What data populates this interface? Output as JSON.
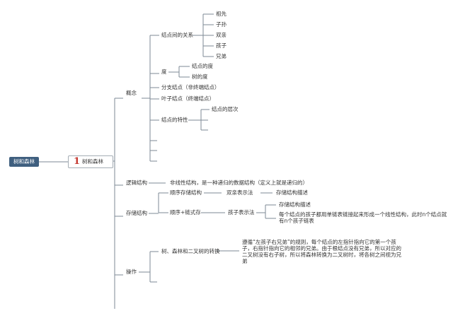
{
  "root": {
    "label": "树和森林"
  },
  "chapter": {
    "number": "1",
    "label": "树和森林"
  },
  "branches": {
    "concept": {
      "label": "概念",
      "relations": {
        "label": "结点间的关系",
        "items": [
          "祖先",
          "子孙",
          "双亲",
          "孩子",
          "兄弟"
        ]
      },
      "degree": {
        "label": "度",
        "items": [
          "结点的度",
          "树的度"
        ]
      },
      "branch_node": "分支结点（非终端结点）",
      "leaf_node": "叶子结点（终端结点）",
      "traits": {
        "label": "结点的特性",
        "items": [
          "结点的层次"
        ]
      }
    },
    "logic": {
      "label": "逻辑结构",
      "desc": "非线性结构，是一种递归的数据结构（定义上就是递归的）"
    },
    "storage": {
      "label": "存储结构",
      "sequential": {
        "label": "顺序存储结构",
        "method": "双亲表示法",
        "desc": "存储结构描述"
      },
      "mixed": {
        "label": "顺序+链式存",
        "method": "孩子表示法",
        "items": [
          "存储结构描述",
          "每个结点的孩子都用单链表链接起来形成一个线性结构，此时n个结点就有n个孩子链表"
        ]
      }
    },
    "operation": {
      "label": "操作",
      "convert": {
        "label": "树、森林和二叉树的转换",
        "desc": "遵循“左孩子右兄弟”的规则，每个结点的左指针指向它的第一个孩子，右指针指向它的相邻的兄弟。由于根结点没有兄弟，所以对应的二叉树没有右子树，所以将森林转换为二叉树时，将各树之间视为兄弟"
      }
    }
  }
}
